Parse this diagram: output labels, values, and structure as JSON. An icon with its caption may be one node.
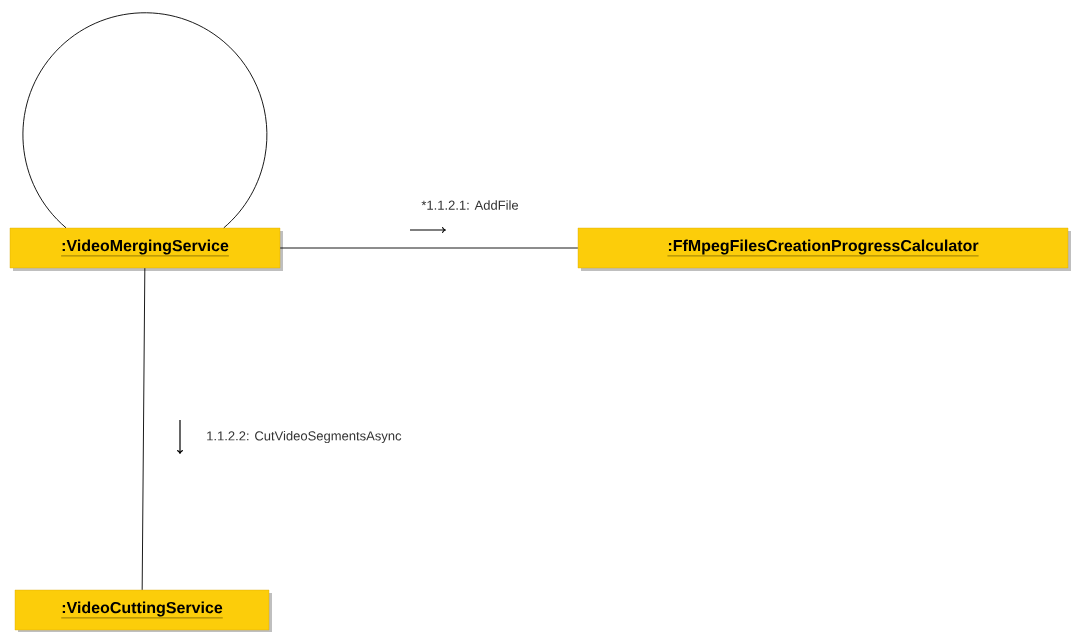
{
  "diagram": {
    "nodes": [
      {
        "text": [
          ":VideoMergingService"
        ]
      },
      {
        "text": [
          ":FfMpegFilesCreationProgressCalculator"
        ]
      },
      {
        "text": [
          ":VideoCuttingService"
        ]
      }
    ],
    "edges": [
      {
        "from": 0,
        "to": 0,
        "arrow": "none"
      },
      {
        "from": 0,
        "to": 1,
        "arrow": "none",
        "label": "*1.1.2.1: AddFile"
      },
      {
        "from": 0,
        "to": 2,
        "arrow": "none",
        "label": "1.1.2.2: CutVideoSegmentsAsync"
      }
    ]
  }
}
